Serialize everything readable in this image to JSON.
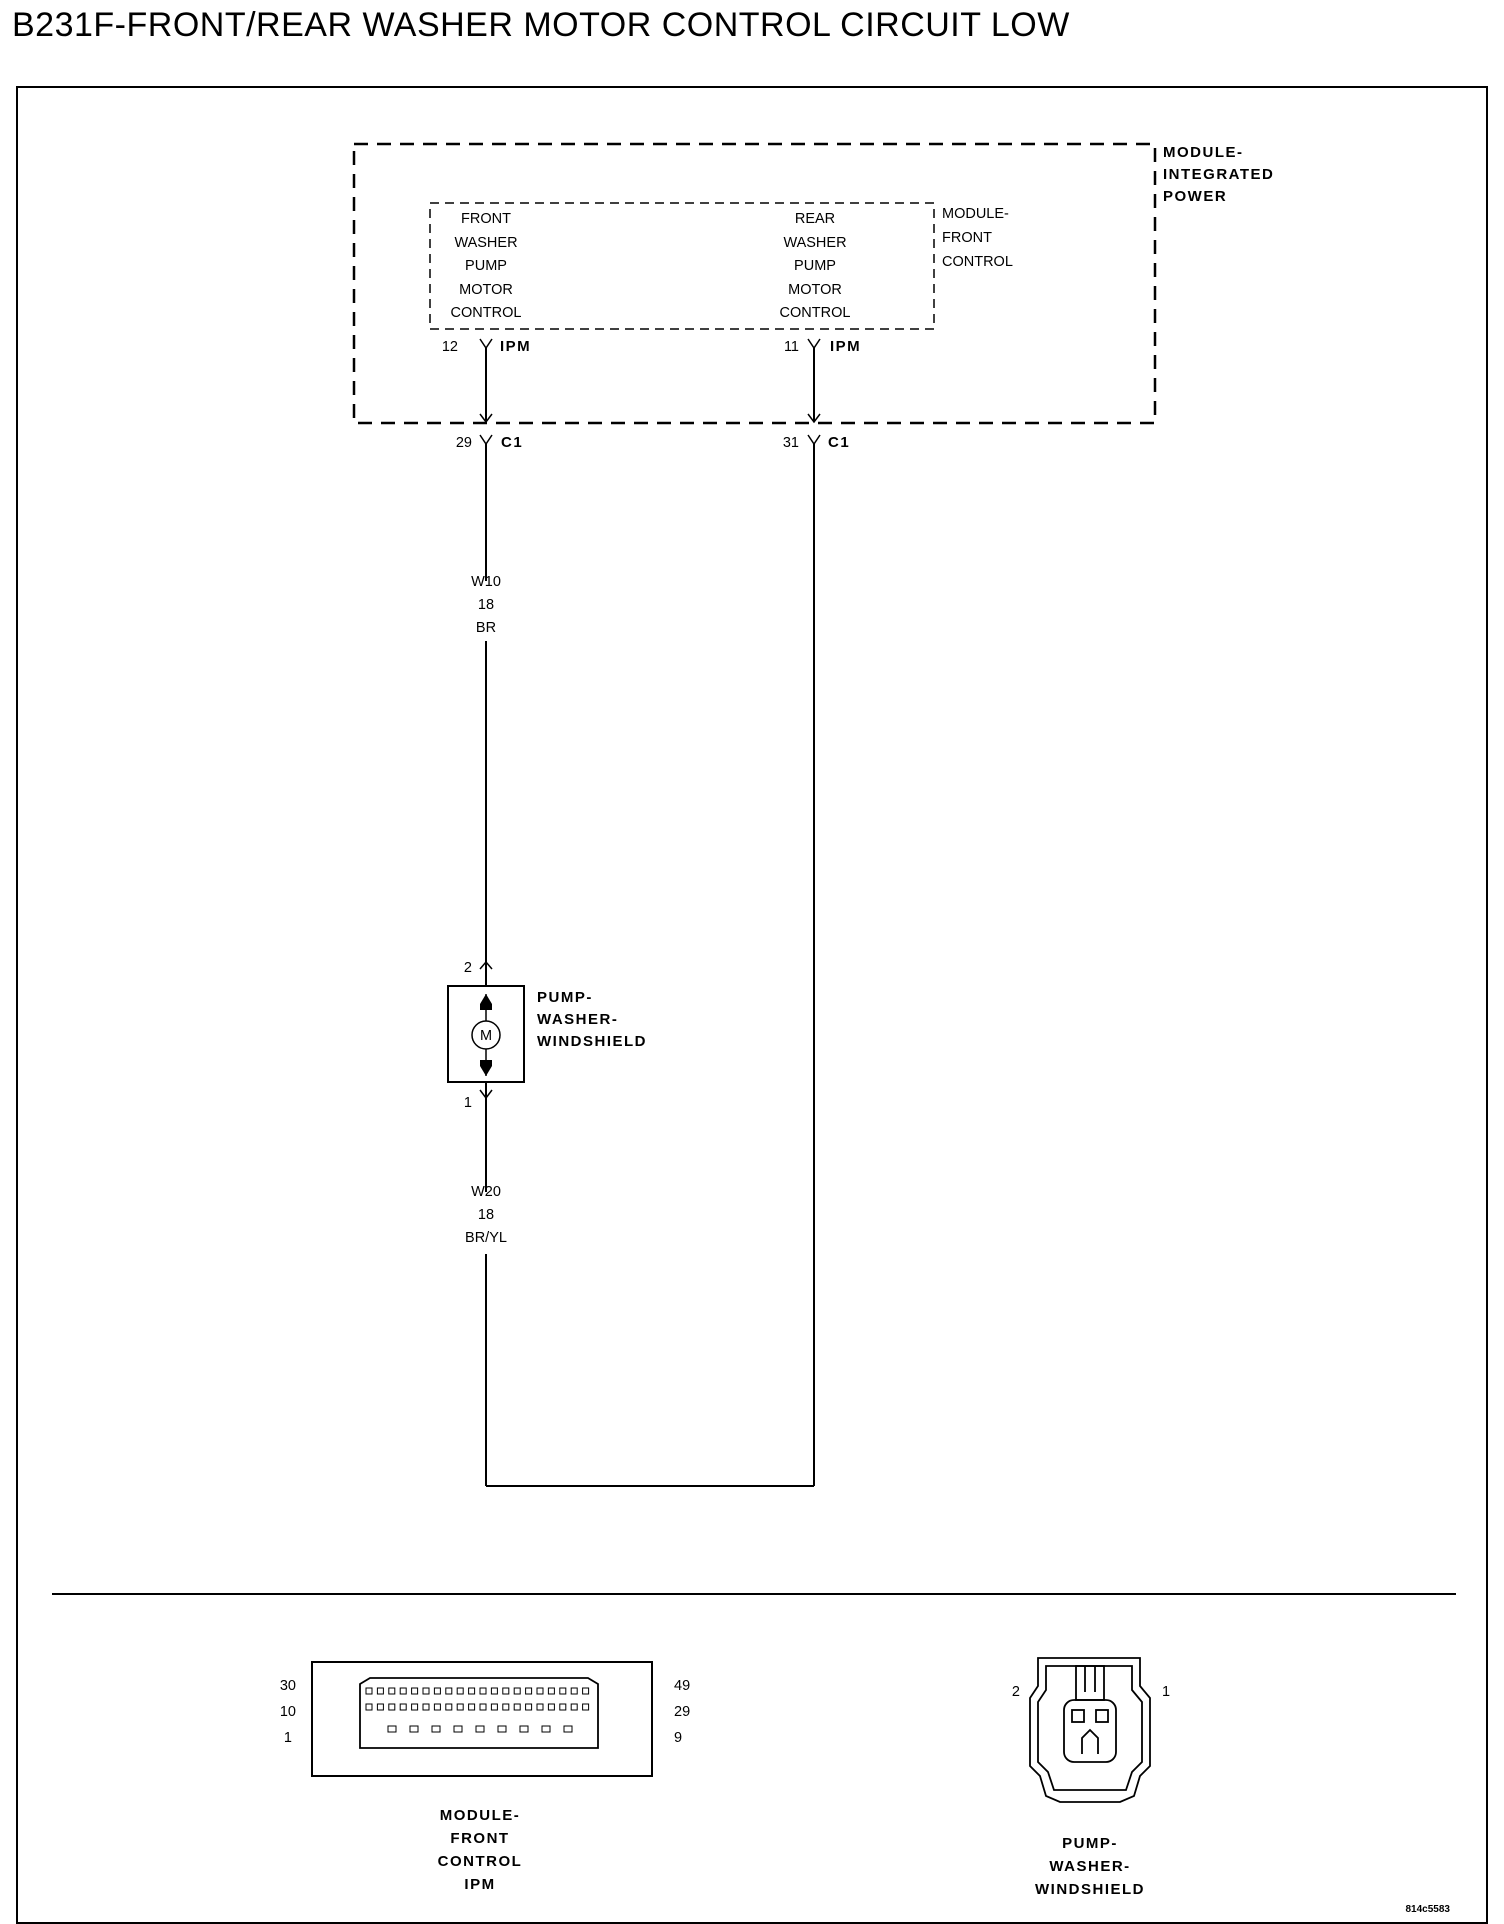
{
  "title": "B231F-FRONT/REAR WASHER MOTOR CONTROL CIRCUIT LOW",
  "module_ipm": {
    "label_lines": [
      "MODULE-",
      "INTEGRATED",
      "POWER"
    ]
  },
  "module_fc": {
    "label_lines": [
      "MODULE-",
      "FRONT",
      "CONTROL"
    ]
  },
  "front_control_block": {
    "lines": [
      "FRONT",
      "WASHER",
      "PUMP",
      "MOTOR",
      "CONTROL"
    ]
  },
  "rear_control_block": {
    "lines": [
      "REAR",
      "WASHER",
      "PUMP",
      "MOTOR",
      "CONTROL"
    ]
  },
  "connectors": {
    "front_ipm": {
      "pin": "12",
      "name": "IPM"
    },
    "rear_ipm": {
      "pin": "11",
      "name": "IPM"
    },
    "front_c1": {
      "pin": "29",
      "name": "C1"
    },
    "rear_c1": {
      "pin": "31",
      "name": "C1"
    },
    "pump_top_pin": "2",
    "pump_bottom_pin": "1"
  },
  "wires": {
    "w10": {
      "lines": [
        "W10",
        "18",
        "BR"
      ]
    },
    "w20": {
      "lines": [
        "W20",
        "18",
        "BR/YL"
      ]
    }
  },
  "pump": {
    "symbol": "M",
    "label_lines": [
      "PUMP-",
      "WASHER-",
      "WINDSHIELD"
    ]
  },
  "connector_views": {
    "module": {
      "left_pins": [
        "30",
        "10",
        "1"
      ],
      "right_pins": [
        "49",
        "29",
        "9"
      ],
      "label_lines": [
        "MODULE-",
        "FRONT",
        "CONTROL",
        "IPM"
      ]
    },
    "pump": {
      "left_pin": "2",
      "right_pin": "1",
      "label_lines": [
        "PUMP-",
        "WASHER-",
        "WINDSHIELD"
      ]
    }
  },
  "figure_id": "814c5583"
}
